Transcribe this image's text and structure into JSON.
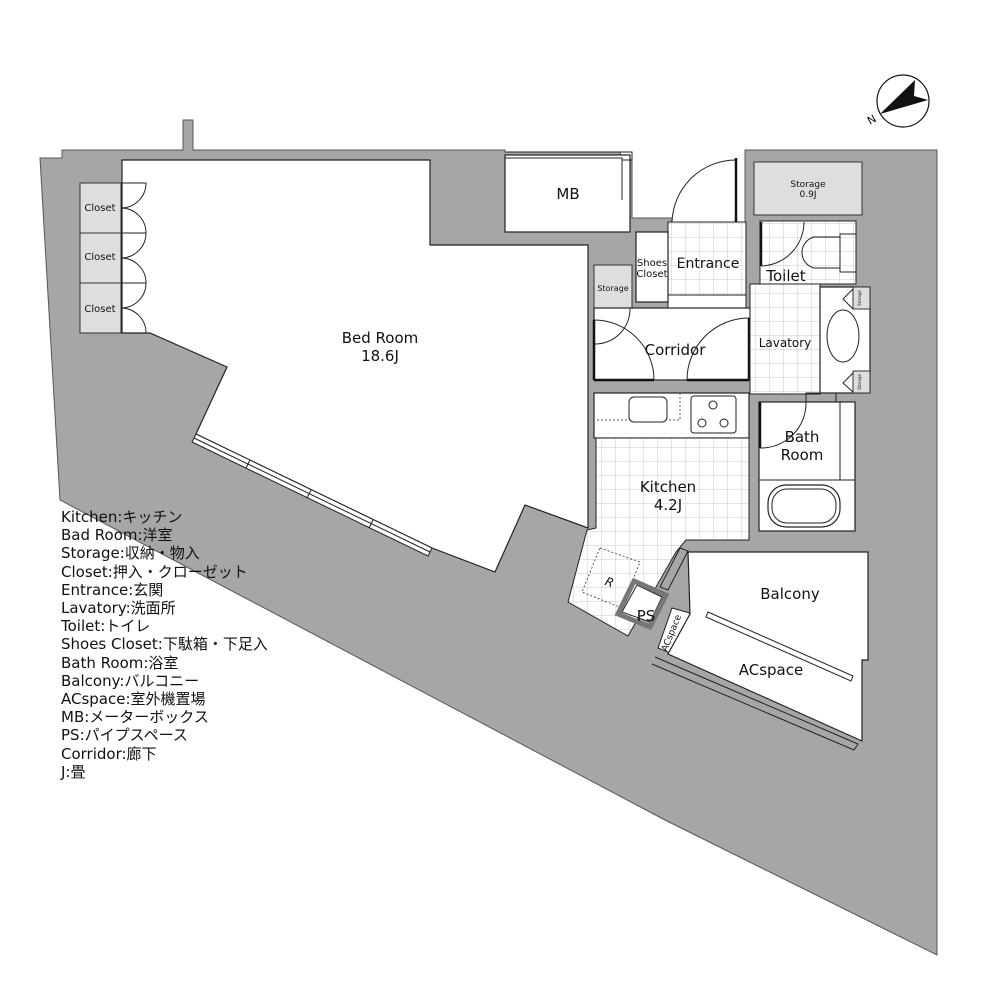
{
  "floorplan": {
    "rooms": {
      "bedroom": {
        "name": "Bed Room",
        "size": "18.6J"
      },
      "kitchen": {
        "name": "Kitchen",
        "size": "4.2J"
      },
      "mb": {
        "name": "MB"
      },
      "entrance": {
        "name": "Entrance"
      },
      "shoes_closet": {
        "line1": "Shoes",
        "line2": "Closet"
      },
      "storage_small": {
        "name": "Storage"
      },
      "corridor": {
        "name": "Corridor"
      },
      "storage_top": {
        "name": "Storage",
        "size": "0.9J"
      },
      "toilet": {
        "name": "Toilet"
      },
      "lavatory": {
        "name": "Lavatory"
      },
      "lavatory_storage_top": {
        "name": "Storage"
      },
      "lavatory_storage_bottom": {
        "name": "Storage"
      },
      "bathroom": {
        "line1": "Bath",
        "line2": "Room"
      },
      "balcony": {
        "name": "Balcony"
      },
      "acspace_large": {
        "name": "ACspace"
      },
      "acspace_small": {
        "name": "ACspace"
      },
      "ps": {
        "name": "PS"
      },
      "refrigerator": {
        "name": "R"
      },
      "closets": [
        {
          "name": "Closet"
        },
        {
          "name": "Closet"
        },
        {
          "name": "Closet"
        }
      ]
    },
    "compass": {
      "label": "N"
    }
  },
  "legend": [
    {
      "text": "Kitchen:キッチン"
    },
    {
      "text": "Bad Room:洋室"
    },
    {
      "text": "Storage:収納・物入"
    },
    {
      "text": "Closet:押入・クローゼット"
    },
    {
      "text": "Entrance:玄関"
    },
    {
      "text": "Lavatory:洗面所"
    },
    {
      "text": "Toilet:トイレ"
    },
    {
      "text": "Shoes Closet:下駄箱・下足入"
    },
    {
      "text": "Bath Room:浴室"
    },
    {
      "text": "Balcony:バルコニー"
    },
    {
      "text": "ACspace:室外機置場"
    },
    {
      "text": "MB:メーターボックス"
    },
    {
      "text": "PS:パイプスペース"
    },
    {
      "text": "Corridor:廊下"
    },
    {
      "text": "J:畳"
    }
  ]
}
